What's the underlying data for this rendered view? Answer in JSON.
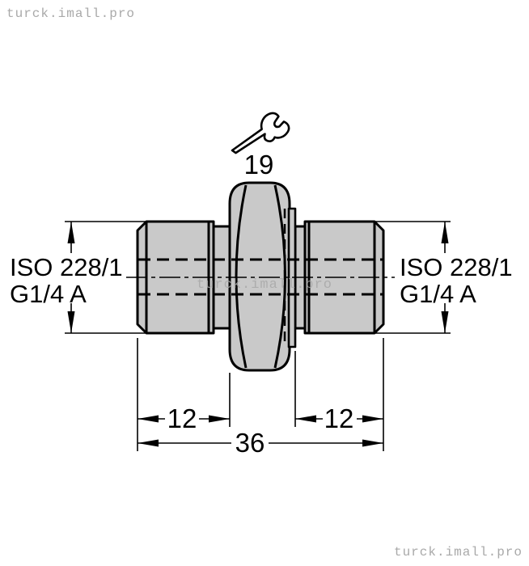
{
  "watermarks": {
    "top_left": "turck.imall.pro",
    "center": "turck.imall.pro",
    "bottom_right": "turck.imall.pro"
  },
  "drawing": {
    "type": "technical-dimension-drawing",
    "component": "straight male-male threaded adapter with hex nut",
    "wrench_size": "19",
    "thread_label_left": {
      "line1": "ISO 228/1",
      "line2": "G1/4 A"
    },
    "thread_label_right": {
      "line1": "ISO 228/1",
      "line2": "G1/4 A"
    },
    "dimensions": {
      "thread_length_left": "12",
      "thread_length_right": "12",
      "overall_length": "36"
    }
  },
  "colors": {
    "background": "#ffffff",
    "part_fill": "#c9c9c9",
    "line": "#000000",
    "watermark": "#a9a9a9"
  }
}
